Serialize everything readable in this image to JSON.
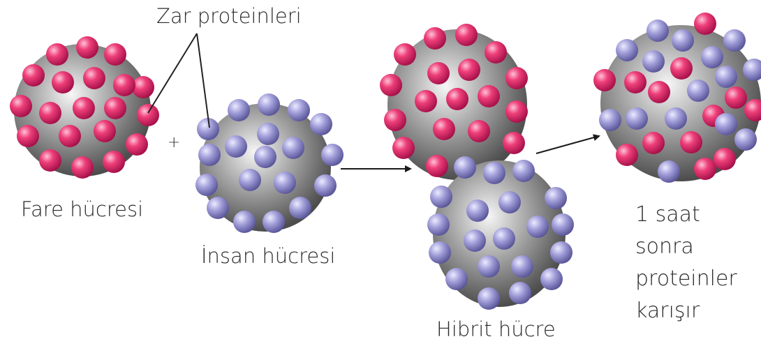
{
  "labels": {
    "membrane_proteins": "Zar proteinleri",
    "mouse_cell": "Fare hücresi",
    "human_cell": "İnsan hücresi",
    "hybrid_cell": "Hibrit hücre",
    "after_one_hour": "1 saat\nsonra\nproteinler\nkarışır",
    "plus": "+"
  },
  "colors": {
    "mouse_protein": "#e8336f",
    "human_protein": "#9a95d2",
    "cell_body": "#8e8e8e",
    "arrow": "#1a1a1a"
  }
}
